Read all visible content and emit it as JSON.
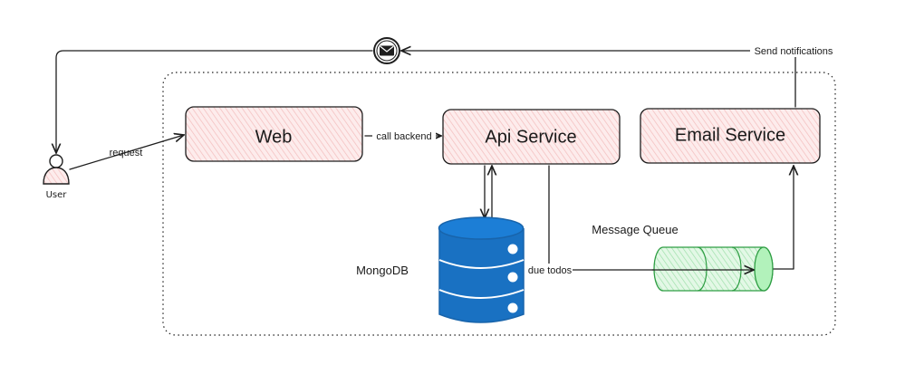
{
  "nodes": {
    "user": "User",
    "web": "Web",
    "api": "Api Service",
    "email": "Email Service",
    "mongodb": "MongoDB",
    "queue": "Message Queue"
  },
  "edges": {
    "request": "request",
    "call_backend": "call backend",
    "due_todos": "due todos",
    "send_notifications": "Send notifications"
  },
  "icons": {
    "user": "user-icon",
    "mail": "mail-icon",
    "database": "database-icon",
    "queue": "queue-cylinder-icon"
  },
  "colors": {
    "box_fill": "#fbe3e3",
    "box_hatch": "#f2b8b8",
    "db_fill": "#1971c2",
    "queue_fill": "#b2f2bb",
    "queue_stroke": "#2f9e44",
    "boundary": "#1e1e1e"
  }
}
